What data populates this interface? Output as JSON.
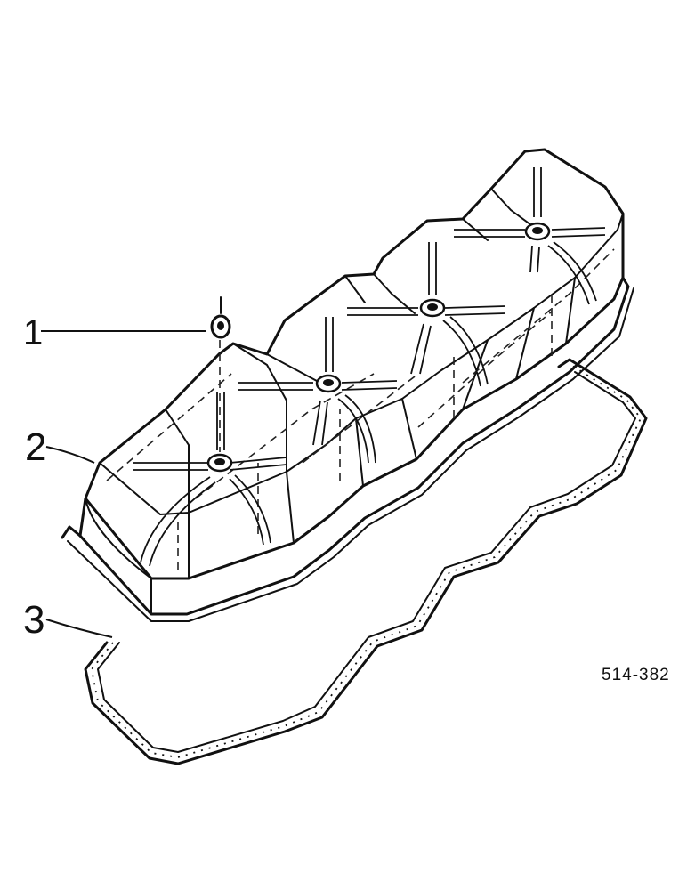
{
  "diagram": {
    "callouts": [
      {
        "id": "1",
        "label": "1",
        "part": "nut"
      },
      {
        "id": "2",
        "label": "2",
        "part": "valve-cover"
      },
      {
        "id": "3",
        "label": "3",
        "part": "gasket"
      }
    ],
    "figure_code": "514-382"
  },
  "colors": {
    "ink": "#111111",
    "background": "#ffffff"
  }
}
